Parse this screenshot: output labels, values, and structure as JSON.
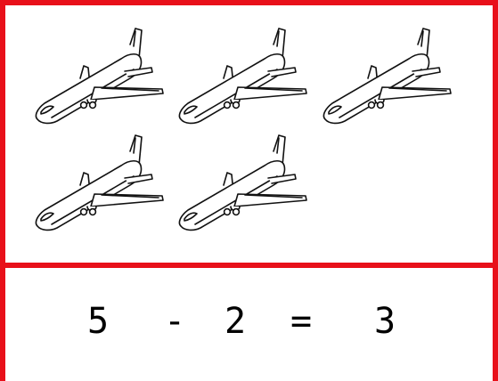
{
  "colors": {
    "frame": "#e8101a",
    "ink": "#111111",
    "background": "#ffffff"
  },
  "picture": {
    "icon": "airplane-icon",
    "count": 5
  },
  "equation": {
    "minuend": "5",
    "operator": "-",
    "subtrahend": "2",
    "equals": "=",
    "result": "3"
  }
}
